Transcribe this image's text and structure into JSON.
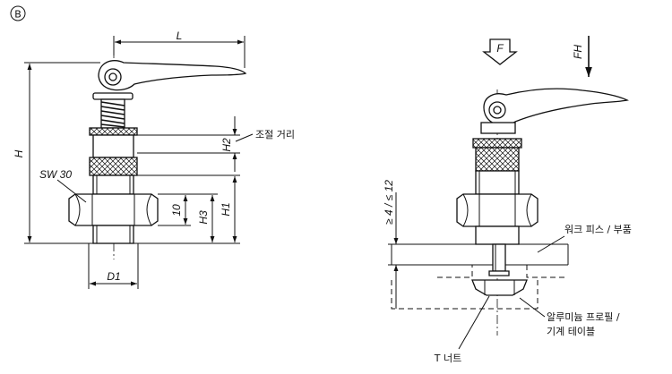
{
  "view_label": "B",
  "left_view": {
    "dim_L": "L",
    "dim_H": "H",
    "dim_H1": "H1",
    "dim_H2": "H2",
    "dim_H3": "H3",
    "dim_10": "10",
    "dim_D1": "D1",
    "wrench_size": "SW 30",
    "adjust_distance": "조절 거리"
  },
  "right_view": {
    "force_F": "F",
    "force_FH": "FH",
    "thickness_range": "≥ 4 / ≤ 12",
    "workpiece": "워크 피스 / 부품",
    "profile_line1": "알루미늄 프로필 /",
    "profile_line2": "기계 테이블",
    "t_nut": "T 너트"
  }
}
